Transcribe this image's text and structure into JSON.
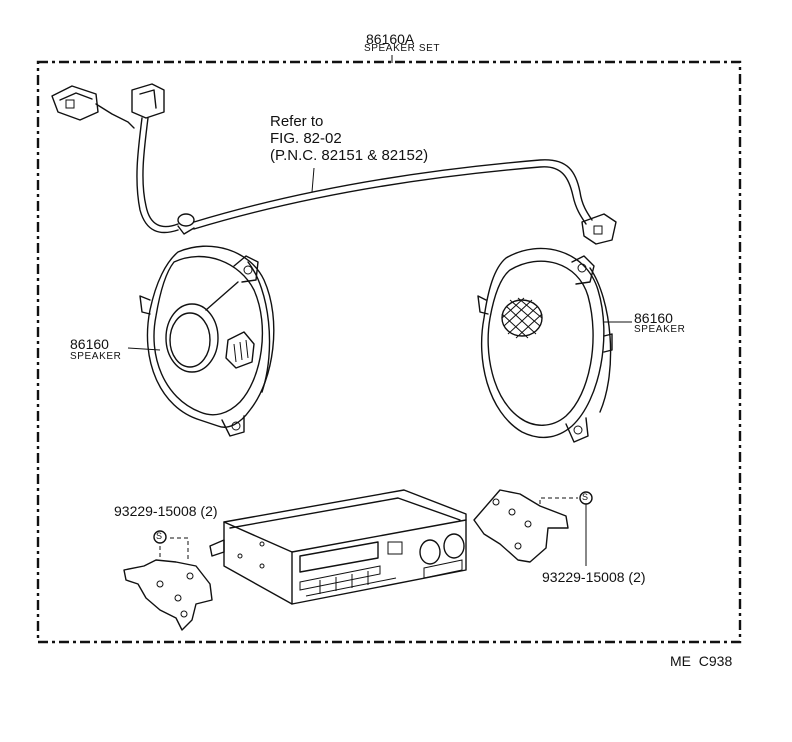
{
  "set": {
    "part_no": "86160A",
    "name": "SPEAKER SET"
  },
  "cable_note": {
    "line1": "Refer to",
    "line2": "FIG. 82-02",
    "line3": "(P.N.C. 82151 & 82152)"
  },
  "left_speaker": {
    "part_no": "86160",
    "name": "SPEAKER"
  },
  "right_speaker": {
    "part_no": "86160",
    "name": "SPEAKER"
  },
  "left_screw": {
    "part_no": "93229-15008 (2)",
    "symbol": "S"
  },
  "right_screw": {
    "part_no": "93229-15008 (2)",
    "symbol": "S"
  },
  "figure_code": "ME  C938"
}
